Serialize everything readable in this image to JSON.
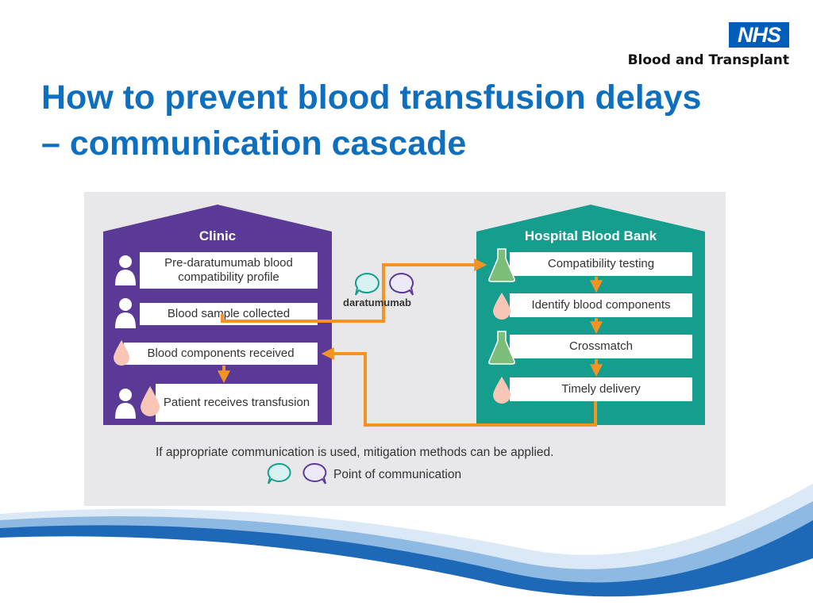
{
  "header": {
    "logo_text": "NHS",
    "org_name": "Blood and Transplant",
    "title": "How to prevent blood transfusion delays – communication cascade"
  },
  "diagram": {
    "clinic": {
      "title": "Clinic",
      "steps": [
        "Pre-daratumumab blood compatibility profile",
        "Blood sample collected",
        "Blood components received",
        "Patient receives transfusion"
      ]
    },
    "blood_bank": {
      "title": "Hospital Blood Bank",
      "steps": [
        "Compatibility testing",
        "Identify blood components",
        "Crossmatch",
        "Timely delivery"
      ]
    },
    "communication_label": "daratumumab",
    "footnote": "If appropriate communication is used, mitigation methods can be applied.",
    "legend_label": "Point of communication"
  },
  "colors": {
    "title_blue": "#0f6fbf",
    "nhs_blue": "#005eb8",
    "clinic_purple": "#5b3a97",
    "bank_teal": "#159e8e",
    "arrow_orange": "#f39323",
    "panel_grey": "#e8e8ea"
  },
  "icons": [
    "person-icon",
    "blood-drop-icon",
    "flask-icon",
    "speech-bubble-icon"
  ]
}
